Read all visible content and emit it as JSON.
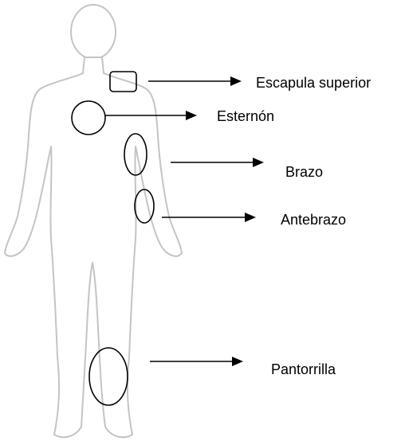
{
  "labels": {
    "upper_scapula": "Escapula superior",
    "sternum": "Esternón",
    "arm": "Brazo",
    "forearm": "Antebrazo",
    "calf": "Pantorrilla"
  }
}
